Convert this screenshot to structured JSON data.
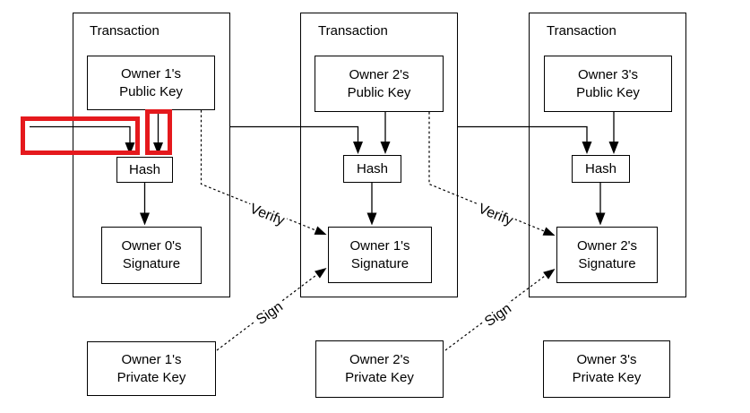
{
  "colors": {
    "background": "#ffffff",
    "line": "#000000",
    "text": "#000000",
    "annotation_red": "#e5191d"
  },
  "transactions": [
    {
      "title": "Transaction",
      "public_key_label": "Owner 1's\nPublic Key",
      "hash_label": "Hash",
      "signature_label": "Owner 0's\nSignature",
      "private_key_label": "Owner 1's\nPrivate Key"
    },
    {
      "title": "Transaction",
      "public_key_label": "Owner 2's\nPublic Key",
      "hash_label": "Hash",
      "signature_label": "Owner 1's\nSignature",
      "private_key_label": "Owner 2's\nPrivate Key"
    },
    {
      "title": "Transaction",
      "public_key_label": "Owner 3's\nPublic Key",
      "hash_label": "Hash",
      "signature_label": "Owner 2's\nSignature",
      "private_key_label": "Owner 3's\nPrivate Key"
    }
  ],
  "edge_labels": {
    "verify_1": "Verify",
    "verify_2": "Verify",
    "sign_1": "Sign",
    "sign_2": "Sign"
  }
}
